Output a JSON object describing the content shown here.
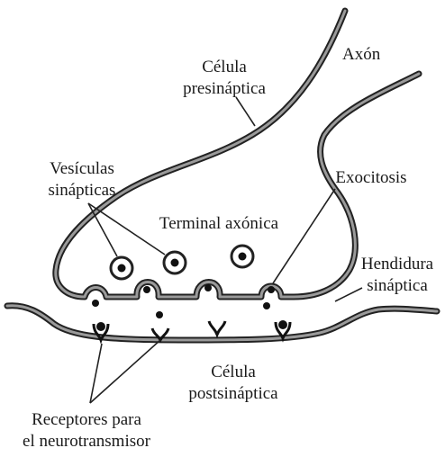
{
  "labels": {
    "axon": "Axón",
    "presynaptic_line1": "Célula",
    "presynaptic_line2": "presináptica",
    "vesicles_line1": "Vesículas",
    "vesicles_line2": "sinápticas",
    "terminal": "Terminal axónica",
    "exocytosis": "Exocitosis",
    "cleft_line1": "Hendidura",
    "cleft_line2": "sináptica",
    "postsynaptic_line1": "Célula",
    "postsynaptic_line2": "postsináptica",
    "receptors_line1": "Receptores para",
    "receptors_line2": "el neurotransmisor"
  }
}
